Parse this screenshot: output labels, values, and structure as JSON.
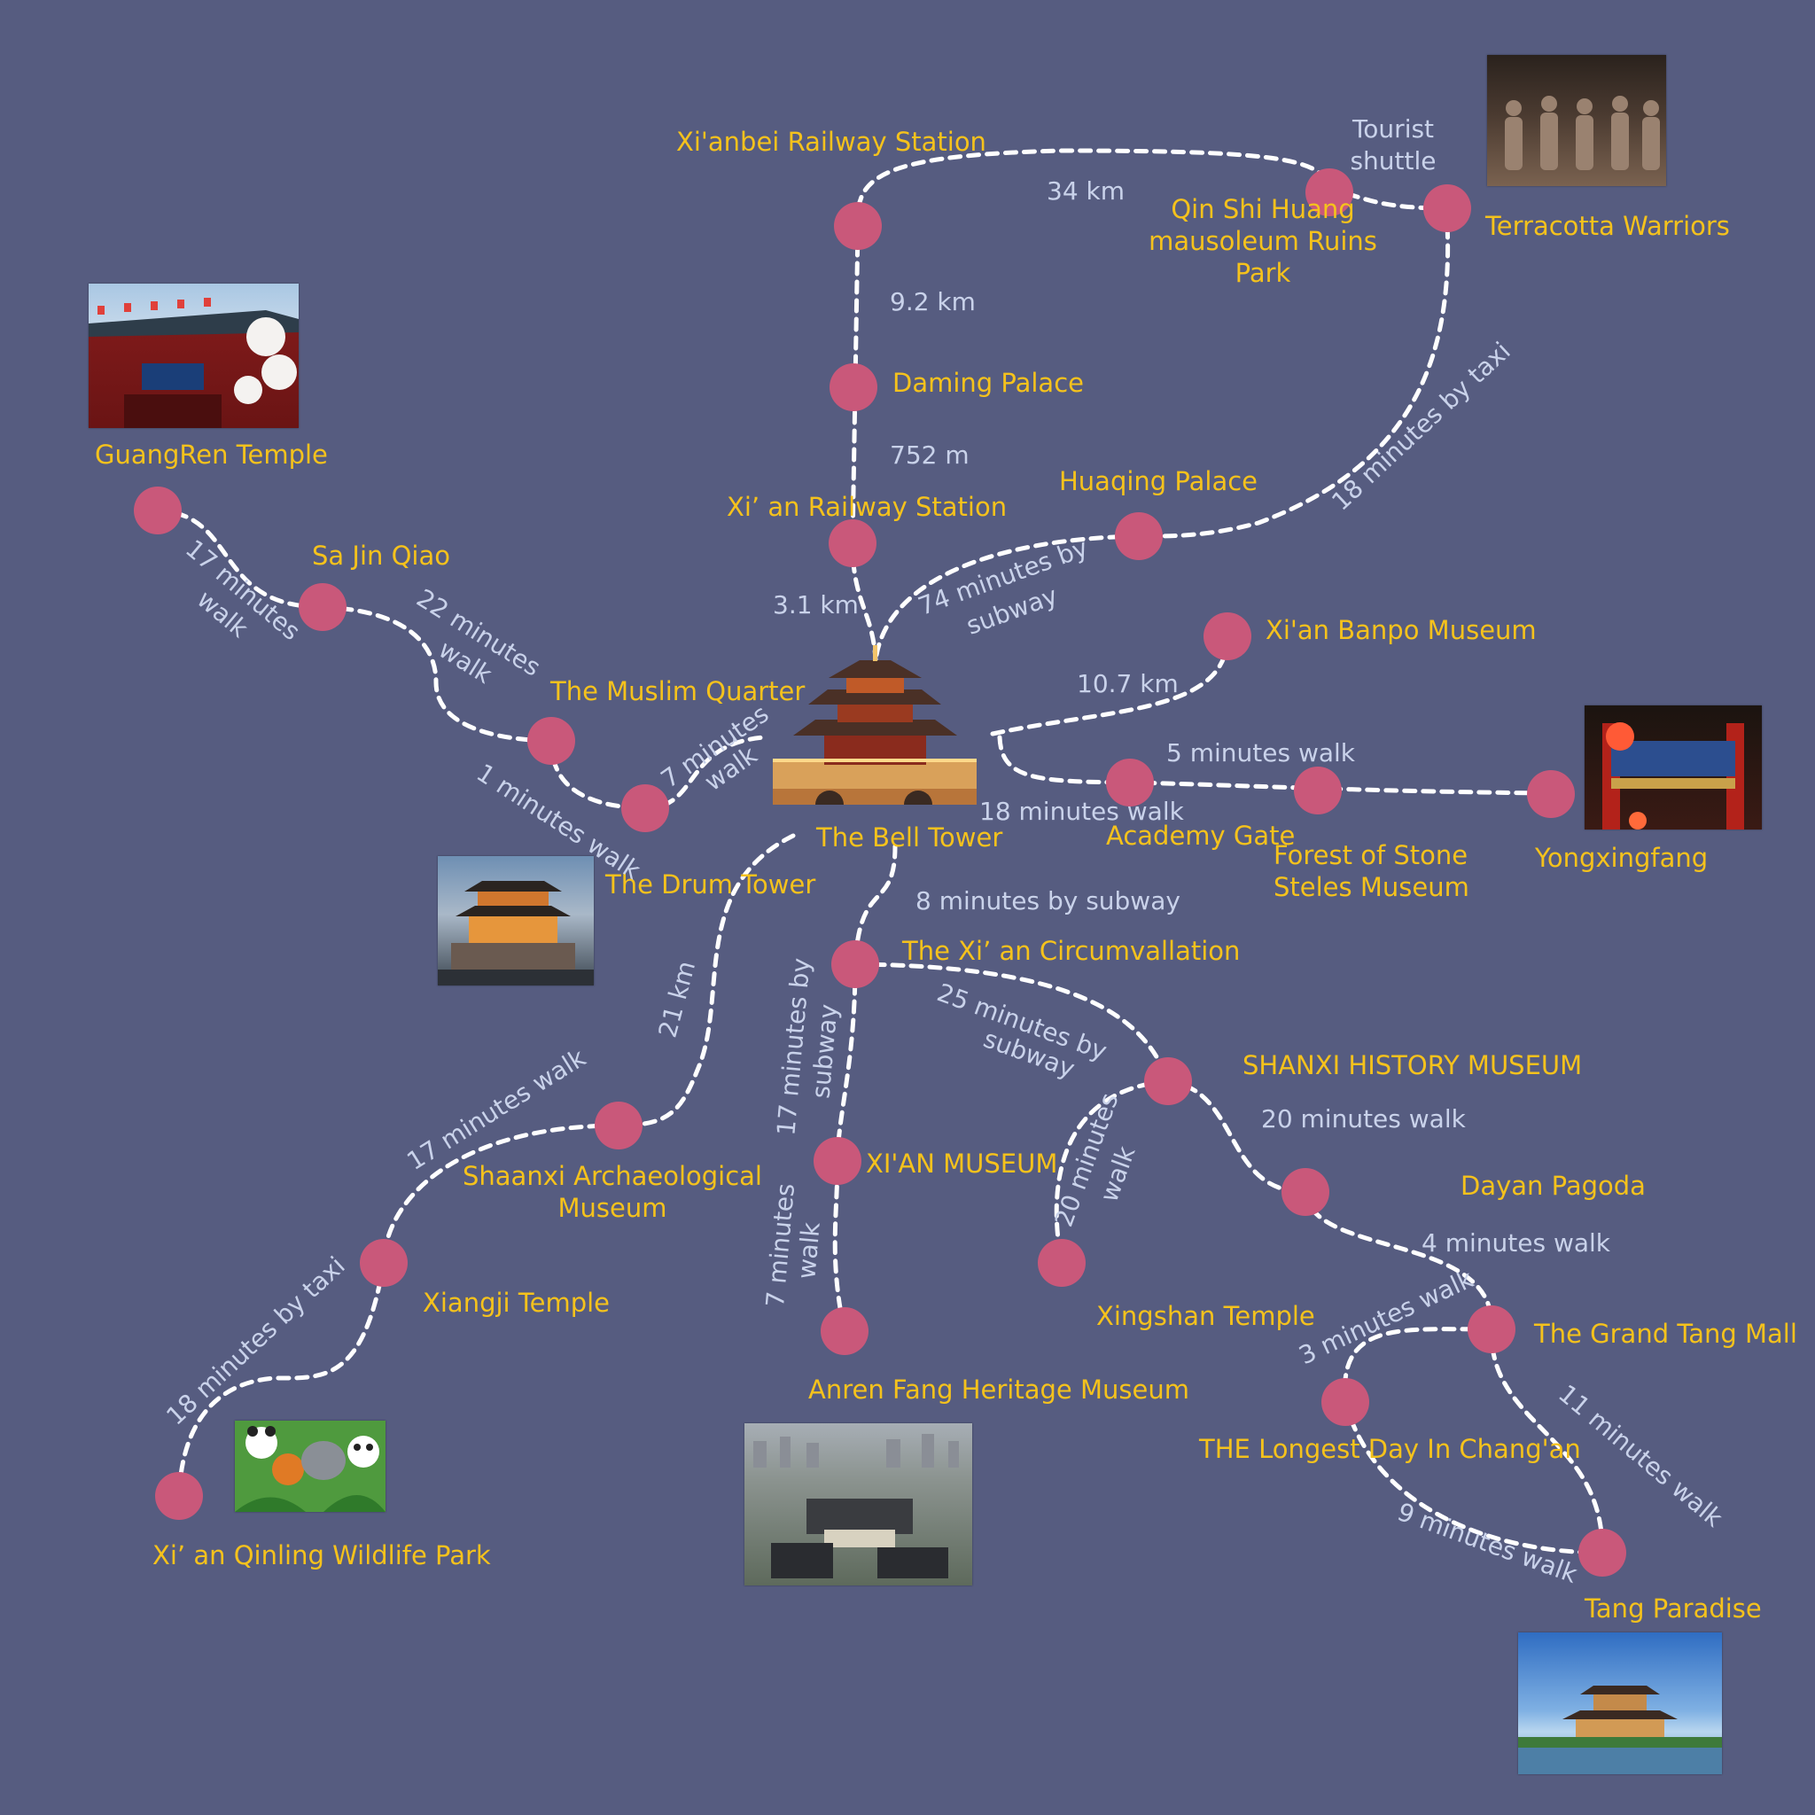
{
  "colors": {
    "background": "#565c80",
    "node": "#c9587a",
    "place_label": "#f5c21c",
    "distance_label": "#c9d2ea",
    "route": "#ffffff"
  },
  "places": {
    "xianbei_station": "Xi'anbei Railway Station",
    "daming_palace": "Daming Palace",
    "xian_station": "Xi’ an Railway Station",
    "huaqing_palace": "Huaqing Palace",
    "qin_shi_huang_1": "Qin Shi Huang",
    "qin_shi_huang_2": "mausoleum Ruins",
    "qin_shi_huang_3": "Park",
    "terracotta": "Terracotta Warriors",
    "guangren": "GuangRen Temple",
    "sajinqiao": "Sa Jin Qiao",
    "muslim_quarter": "The Muslim Quarter",
    "drum_tower": "The Drum Tower",
    "bell_tower": "The Bell Tower",
    "banpo": "Xi'an Banpo Museum",
    "academy_gate": "Academy Gate",
    "forest_steles_1": "Forest of Stone",
    "forest_steles_2": "Steles Museum",
    "yongxingfang": "Yongxingfang",
    "circumvallation": "The Xi’ an Circumvallation",
    "shanxi_history": "SHANXI HISTORY MUSEUM",
    "xian_museum": "XI'AN MUSEUM",
    "dayan_pagoda": "Dayan Pagoda",
    "grand_tang": "The Grand Tang Mall",
    "xingshan": "Xingshan Temple",
    "anren_fang": "Anren Fang Heritage Museum",
    "longest_day": "THE Longest Day In Chang'an",
    "tang_paradise": "Tang Paradise",
    "archaeological_1": "Shaanxi Archaeological",
    "archaeological_2": "Museum",
    "xiangji": "Xiangji Temple",
    "qinling": "Xi’ an Qinling Wildlife Park"
  },
  "distances": {
    "tourist_shuttle_1": "Tourist",
    "tourist_shuttle_2": "shuttle",
    "km34": "34 km",
    "km9_2": "9.2 km",
    "m752": "752 m",
    "km3_1": "3.1 km",
    "subway74_1": "74 minutes by",
    "subway74_2": "subway",
    "taxi18_ne": "18 minutes by taxi",
    "km10_7": "10.7 km",
    "walk5": "5 minutes walk",
    "walk18": "18 minutes walk",
    "walk17_1": "17 minutes",
    "walk17_2": "walk",
    "walk22_1": "22 minutes",
    "walk22_2": "walk",
    "walk7_1": "7 minutes",
    "walk7_2": "walk",
    "walk1": "1 minutes walk",
    "subway8": "8 minutes by subway",
    "km21": "21 km",
    "subway17_1": "17 minutes by",
    "subway17_2": "subway",
    "subway25_1": "25 minutes by",
    "subway25_2": "subway",
    "walk20_ne": "20 minutes walk",
    "walk20_x1": "20 minutes",
    "walk20_x2": "walk",
    "walk4": "4 minutes walk",
    "walk3": "3 minutes walk",
    "walk7m_1": "7 minutes",
    "walk7m_2": "walk",
    "walk17_sw": "17 minutes walk",
    "taxi18_sw": "18 minutes by taxi",
    "walk11": "11 minutes walk",
    "walk9": "9 minutes walk"
  },
  "photos": {
    "terracotta": "terracotta-warriors-photo",
    "guangren": "guangren-temple-photo",
    "yongxingfang": "yongxingfang-gate-photo",
    "drum_tower": "drum-tower-photo",
    "wildlife": "wildlife-park-illustration",
    "anren": "anren-fang-aerial-photo",
    "tang_paradise": "tang-paradise-photo",
    "bell_tower": "bell-tower-illustration"
  }
}
